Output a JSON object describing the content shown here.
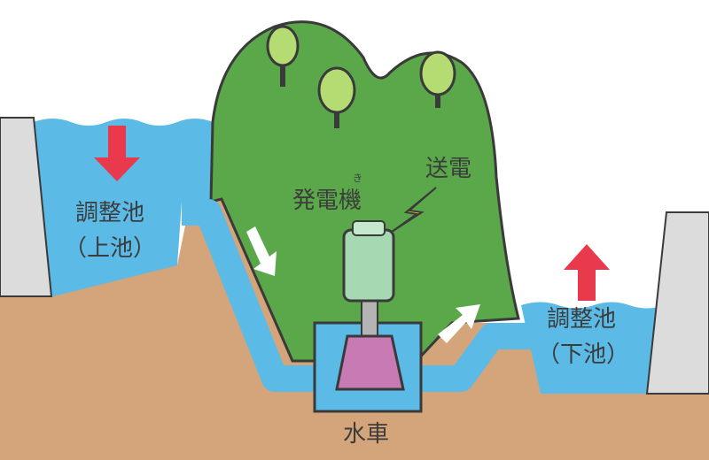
{
  "labels": {
    "upper_pool": "調整池",
    "upper_pool_sub": "（上池）",
    "lower_pool": "調整池",
    "lower_pool_sub": "（下池）",
    "generator": "発電機",
    "generator_ruby": "き",
    "transmission": "送電",
    "water_wheel": "水車"
  },
  "colors": {
    "water": "#5bbbe6",
    "water_light": "#8ed0ef",
    "ground": "#d4a47a",
    "mountain": "#5aa84a",
    "tree": "#b4dc72",
    "dam": "#dcdcdc",
    "arrow_down": "#e83a4c",
    "arrow_up": "#e83a4c",
    "arrow_flow": "#ffffff",
    "generator": "#a6d9b2",
    "turbine": "#c87ab4",
    "lightning": "#f5c82a",
    "outline": "#3a3a3a"
  }
}
